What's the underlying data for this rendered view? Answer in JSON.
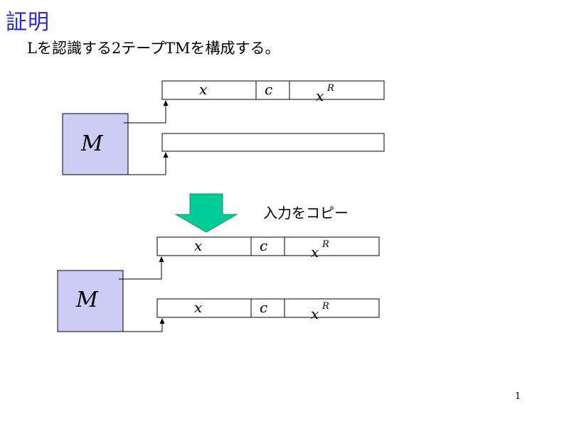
{
  "slide": {
    "title": "証明",
    "subtitle": "Lを認識する2テープTMを構成する。",
    "copy_label": "入力をコピー",
    "page_number": "1"
  },
  "machine_label": "M",
  "tape_symbols": {
    "x": "x",
    "c": "c",
    "x_reverse_base": "x",
    "x_reverse_sup": "R"
  },
  "colors": {
    "title": "#2b2bcc",
    "machine_fill": "#ccccf5",
    "arrow_fill": "#00cc99"
  },
  "icons": {
    "transition_arrow": "down-arrow-icon"
  }
}
